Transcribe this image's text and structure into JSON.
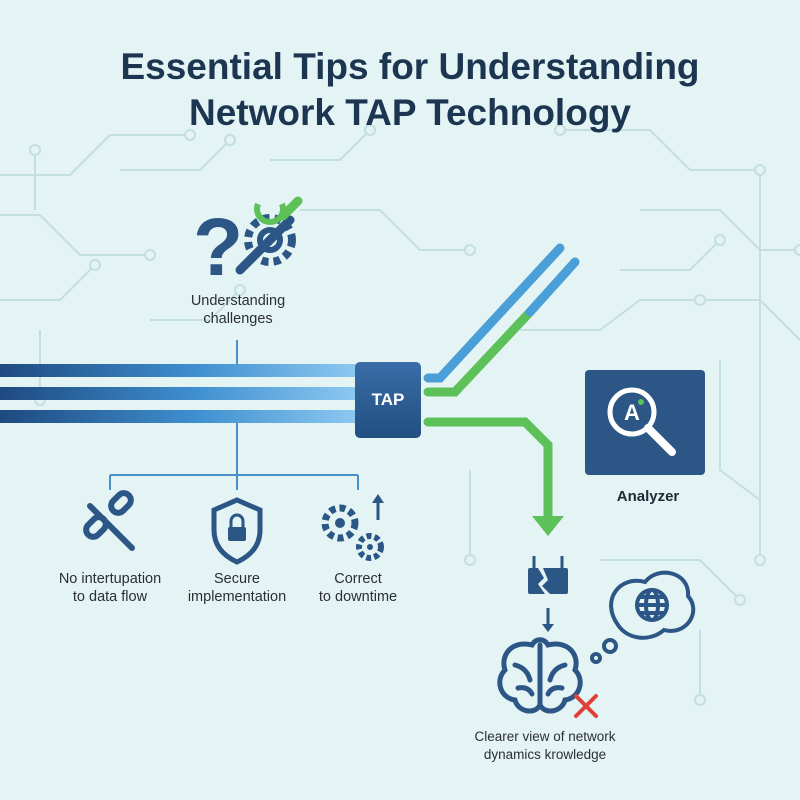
{
  "title": {
    "line1": "Essential Tips for Understanding",
    "line2": "Network TAP Technology"
  },
  "top_node": {
    "label_line1": "Understanding",
    "label_line2": "challenges",
    "icon": "question-gear-wrench-icon"
  },
  "tap": {
    "label": "TAP"
  },
  "analyzer": {
    "label": "Analyzer",
    "icon": "magnifier-icon"
  },
  "tips": [
    {
      "line1": "No intertupation",
      "line2": "to data flow",
      "icon": "broken-link-icon"
    },
    {
      "line1": "Secure",
      "line2": "implementation",
      "icon": "shield-lock-icon"
    },
    {
      "line1": "Correct",
      "line2": "to downtime",
      "icon": "gears-arrow-icon"
    }
  ],
  "outcome": {
    "line1": "Clearer view of network",
    "line2": "dynamics krowledge",
    "icons": [
      "network-device-icon",
      "brain-icon",
      "globe-thought-icon",
      "x-mark-icon"
    ]
  },
  "colors": {
    "background": "#e4f3f3",
    "title": "#1c3550",
    "navy": "#2b5685",
    "blue": "#4a9fd8",
    "green": "#5cc159",
    "x_red": "#e0403b"
  }
}
